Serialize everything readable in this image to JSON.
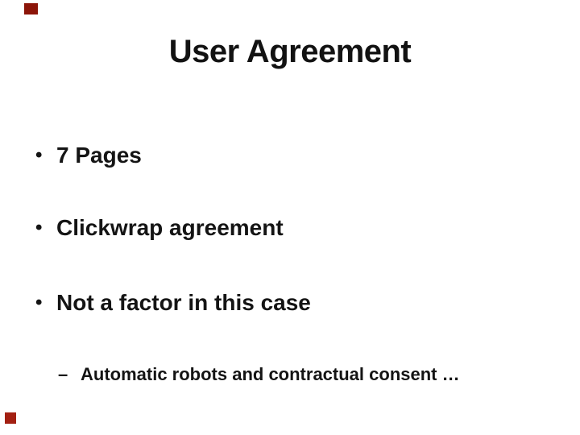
{
  "slide": {
    "title": "User Agreement",
    "bullets": [
      {
        "level": 1,
        "marker": "•",
        "text": "7 Pages"
      },
      {
        "level": 1,
        "marker": "•",
        "text": "Clickwrap agreement"
      },
      {
        "level": 1,
        "marker": "•",
        "text": "Not a factor in this case"
      },
      {
        "level": 2,
        "marker": "–",
        "text": "Automatic robots and contractual consent …"
      }
    ],
    "colors": {
      "background": "#ffffff",
      "text": "#141414",
      "accent_top": "#8c1509",
      "accent_bottom": "#a32012"
    }
  }
}
